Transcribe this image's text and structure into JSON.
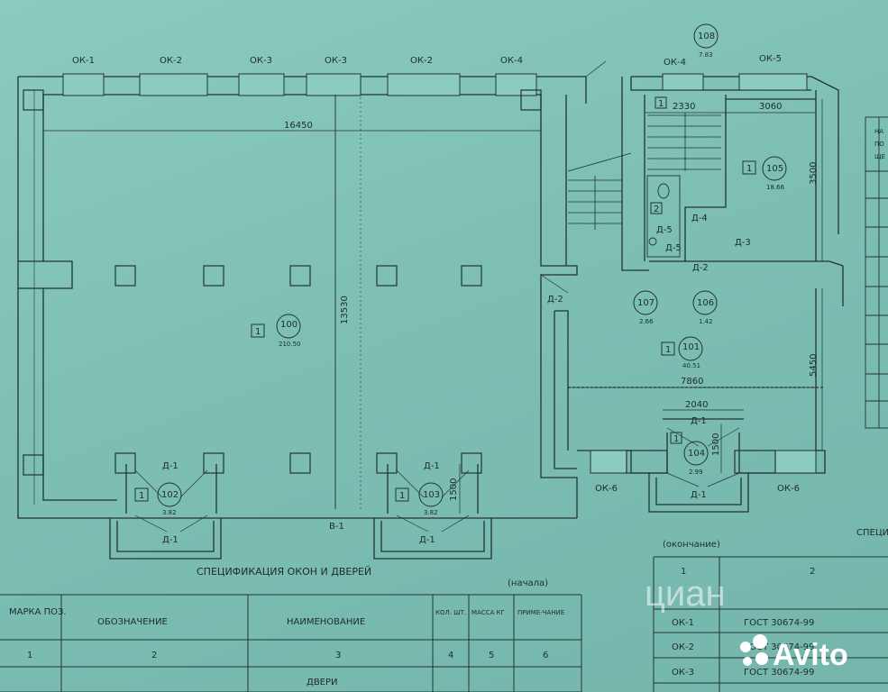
{
  "windows_top": [
    "ОК-1",
    "ОК-2",
    "ОК-3",
    "ОК-3",
    "ОК-2",
    "ОК-4",
    "ОК-4",
    "ОК-5"
  ],
  "windows_bottom": [
    "ОК-6",
    "ОК-6"
  ],
  "dims": {
    "d16450": "16450",
    "d13530": "13530",
    "d2330": "2330",
    "d3060": "3060",
    "d3500": "3500",
    "d5450": "5450",
    "d7860": "7860",
    "d2040": "2040",
    "d1500a": "1500",
    "d1500b": "1500"
  },
  "rooms": [
    {
      "num": "100",
      "area": "210.50",
      "mark": "1"
    },
    {
      "num": "101",
      "area": "40.51",
      "mark": "1"
    },
    {
      "num": "102",
      "area": "3.82",
      "mark": "1"
    },
    {
      "num": "103",
      "area": "3.82",
      "mark": "1"
    },
    {
      "num": "104",
      "area": "2.99",
      "mark": "1"
    },
    {
      "num": "105",
      "area": "18.66",
      "mark": "1"
    },
    {
      "num": "106",
      "area": "1.42",
      "mark": ""
    },
    {
      "num": "107",
      "area": "2.66",
      "mark": ""
    },
    {
      "num": "108",
      "area": "7.83",
      "mark": "1"
    }
  ],
  "extra_marks": {
    "wc": "2"
  },
  "doors": [
    "Д-1",
    "Д-1",
    "Д-1",
    "Д-1",
    "Д-1",
    "Д-1",
    "Д-2",
    "Д-2",
    "Д-3",
    "Д-4",
    "Д-5",
    "Д-5",
    "В-1"
  ],
  "spec": {
    "title": "СПЕЦИФИКАЦИЯ ОКОН И ДВЕРЕЙ",
    "begin": "(начала)",
    "headers": [
      "МАРКА ПОЗ.",
      "ОБОЗНАЧЕНИЕ",
      "НАИМЕНОВАНИЕ",
      "КОЛ. ШТ.",
      "МАССА КГ",
      "ПРИМЕ-ЧАНИЕ"
    ],
    "nums": [
      "1",
      "2",
      "3",
      "4",
      "5",
      "6"
    ],
    "section": "ДВЕРИ"
  },
  "spec2": {
    "end": "(окончание)",
    "nums": [
      "1",
      "2"
    ],
    "rows": [
      [
        "ОК-1",
        "ГОСТ 30674-99"
      ],
      [
        "ОК-2",
        "ГОСТ 30674-99"
      ],
      [
        "ОК-3",
        "ГОСТ 30674-99"
      ]
    ],
    "right_label": "СПЕЦИ"
  },
  "side_table": {
    "lines": [
      "НА",
      "ПО",
      "ЩЕ"
    ]
  },
  "watermark": {
    "avito": "Avito",
    "cian": "циан"
  }
}
